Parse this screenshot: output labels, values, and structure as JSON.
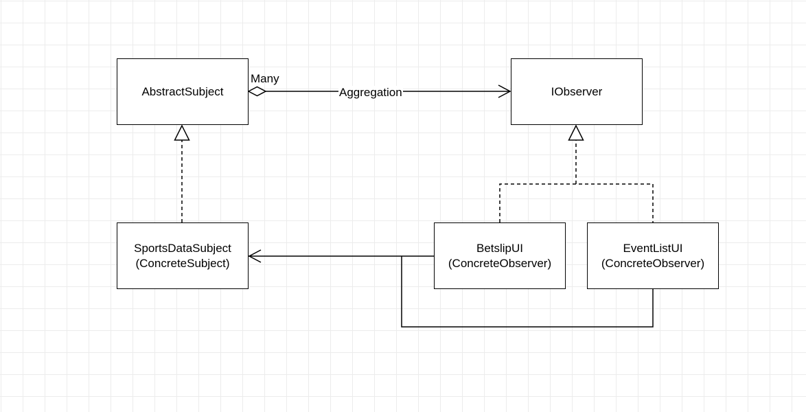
{
  "diagram": {
    "classes": {
      "abstract_subject": {
        "name": "AbstractSubject"
      },
      "iobserver": {
        "name": "IObserver"
      },
      "sports_data_subject": {
        "name": "SportsDataSubject",
        "stereotype": "(ConcreteSubject)"
      },
      "betslip_ui": {
        "name": "BetslipUI",
        "stereotype": "(ConcreteObserver)"
      },
      "event_list_ui": {
        "name": "EventListUI",
        "stereotype": "(ConcreteObserver)"
      }
    },
    "edges": {
      "aggregation": {
        "from": "AbstractSubject",
        "to": "IObserver",
        "label": "Aggregation",
        "multiplicity": "Many",
        "type": "aggregation"
      },
      "subject_realization": {
        "from": "SportsDataSubject",
        "to": "AbstractSubject",
        "type": "realization"
      },
      "observer_realization": {
        "from": [
          "BetslipUI",
          "EventListUI"
        ],
        "to": "IObserver",
        "type": "realization"
      },
      "observers_to_subject": {
        "from": [
          "BetslipUI",
          "EventListUI"
        ],
        "to": "SportsDataSubject",
        "type": "association"
      }
    },
    "colors": {
      "stroke": "#000000",
      "grid": "#ececec",
      "background": "#ffffff"
    }
  }
}
